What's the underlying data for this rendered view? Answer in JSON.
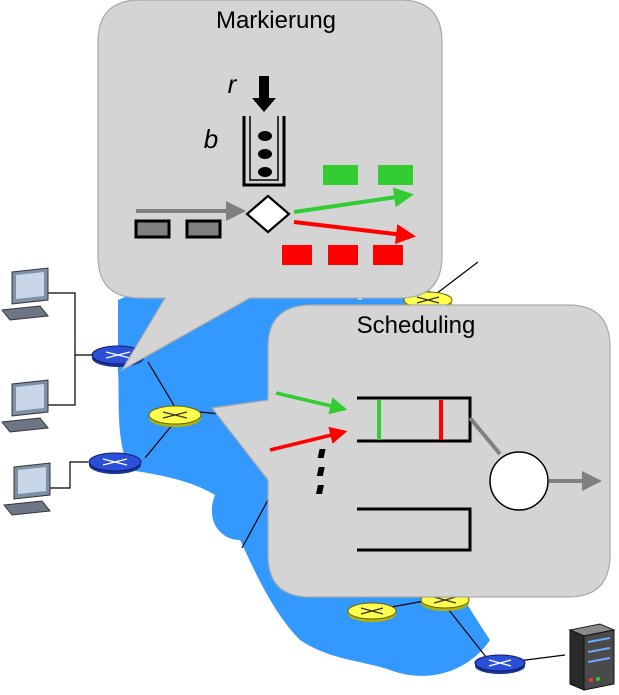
{
  "bubbles": {
    "marking": {
      "title": "Markierung",
      "rate_label": "r",
      "bucket_label": "b"
    },
    "scheduling": {
      "title": "Scheduling"
    }
  },
  "colors": {
    "network_cloud": "#3399ff",
    "bubble_fill": "#d4d4d4",
    "router_core": "#ffff4d",
    "router_edge": "#2b4fd6",
    "packet_green": "#33cc33",
    "packet_red": "#ff0000",
    "packet_gray": "#808080"
  },
  "icons": {
    "hosts": [
      "desktop-computer-icon",
      "desktop-computer-icon",
      "desktop-computer-icon"
    ],
    "server": "server-icon",
    "router": "router-icon"
  }
}
